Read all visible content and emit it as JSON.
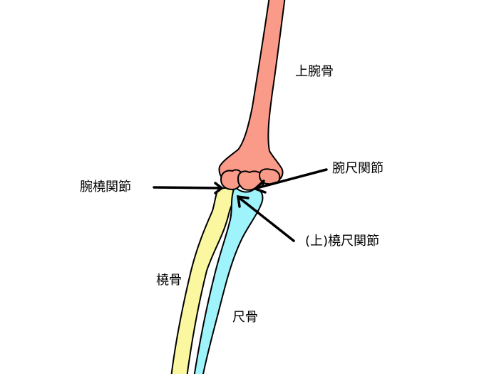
{
  "labels": {
    "humerus": "上腕骨",
    "humeroradial_joint": "腕橈関節",
    "humeroulnar_joint": "腕尺関節",
    "proximal_radioulnar_joint": "(上)橈尺関節",
    "radius": "橈骨",
    "ulna": "尺骨"
  },
  "colors": {
    "humerus": "#fa9a88",
    "radius": "#fbf7a0",
    "ulna": "#9ff3fb",
    "outline": "#000000"
  }
}
